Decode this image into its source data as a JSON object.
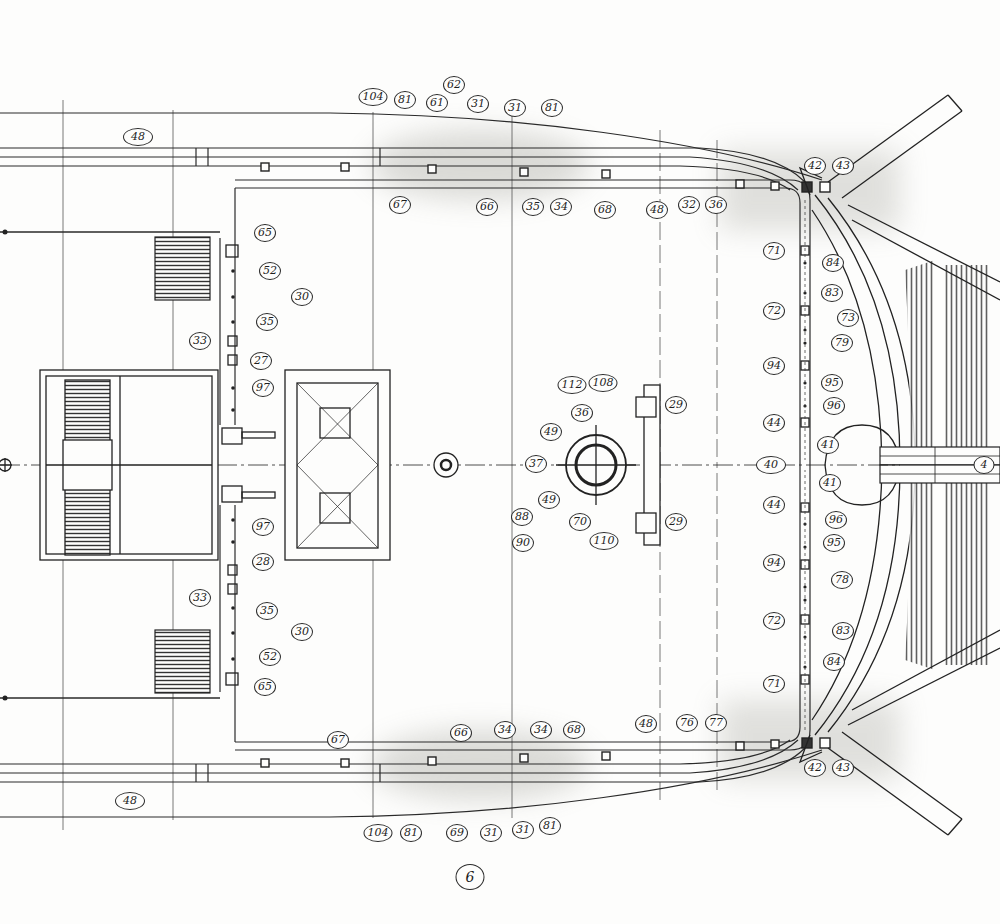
{
  "diagram": {
    "labels": [
      "104",
      "81",
      "61",
      "62",
      "31",
      "31",
      "81",
      "48",
      "42",
      "43",
      "67",
      "66",
      "35",
      "34",
      "68",
      "48",
      "32",
      "36",
      "65",
      "71",
      "84",
      "52",
      "83",
      "30",
      "72",
      "73",
      "35",
      "33",
      "79",
      "27",
      "94",
      "112",
      "108",
      "95",
      "97",
      "29",
      "96",
      "36",
      "44",
      "49",
      "41",
      "37",
      "40",
      "4",
      "41",
      "44",
      "49",
      "88",
      "70",
      "29",
      "96",
      "97",
      "90",
      "110",
      "95",
      "28",
      "94",
      "78",
      "33",
      "35",
      "72",
      "83",
      "30",
      "52",
      "84",
      "65",
      "71",
      "48",
      "76",
      "77",
      "66",
      "34",
      "34",
      "68",
      "67",
      "42",
      "43",
      "48",
      "81",
      "31",
      "104",
      "81",
      "69",
      "31",
      "6"
    ]
  }
}
